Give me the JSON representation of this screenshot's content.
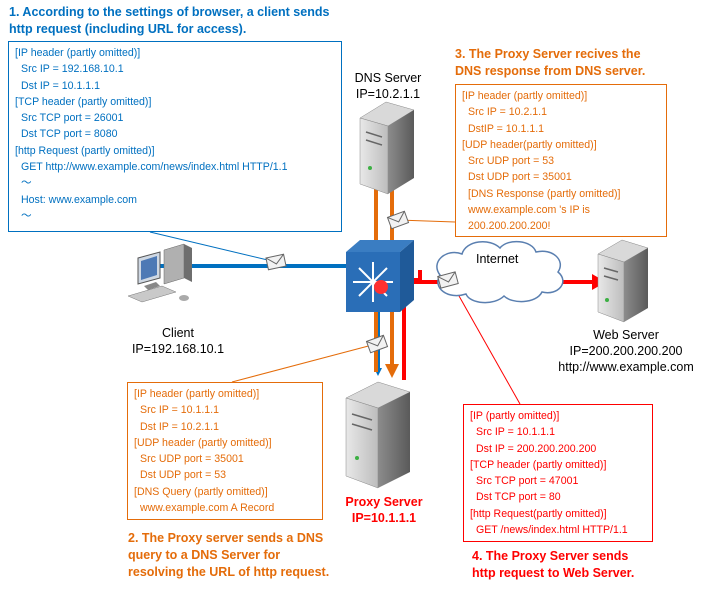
{
  "colors": {
    "blue": "#0070c0",
    "orange": "#e46c0a",
    "red": "#ff0000",
    "box_orange_text": "#e46c0a"
  },
  "steps": {
    "s1": {
      "line1": "1. According to the settings of browser, a client sends",
      "line2": "http request (including URL for access)."
    },
    "s2": {
      "line1": "2. The Proxy server sends a DNS",
      "line2": "query to a DNS Server for",
      "line3": "resolving the URL of http request."
    },
    "s3": {
      "line1": "3. The Proxy Server recives the",
      "line2": "DNS response from DNS server."
    },
    "s4": {
      "line1": "4. The Proxy Server sends",
      "line2": "http request to Web Server."
    }
  },
  "box1": {
    "l1": "[IP header (partly omitted)]",
    "l2": "Src IP = 192.168.10.1",
    "l3": "Dst IP = 10.1.1.1",
    "l4": "[TCP header (partly omitted)]",
    "l5": "Src TCP port = 26001",
    "l6": "Dst TCP port = 8080",
    "l7": "[http Request (partly omitted)]",
    "l8": "GET http://www.example.com/news/index.html   HTTP/1.1",
    "l9": "〜",
    "l10": "Host: www.example.com",
    "l11": "〜"
  },
  "box2": {
    "l1": "[IP header  (partly omitted)]",
    "l2": "Src IP = 10.1.1.1",
    "l3": "Dst IP = 10.2.1.1",
    "l4": "[UDP header (partly omitted)]",
    "l5": "Src UDP port = 35001",
    "l6": "Dst UDP port = 53",
    "l7": "[DNS Query (partly omitted)]",
    "l8": "www.example.com    A Record"
  },
  "box3": {
    "l1": "[IP header  (partly omitted)]",
    "l2": "Src IP = 10.2.1.1",
    "l3": "DstIP = 10.1.1.1",
    "l4": "[UDP header(partly omitted)]",
    "l5": "Src UDP port = 53",
    "l6": "Dst UDP port = 35001",
    "l7": "[DNS Response (partly omitted)]",
    "l8": "www.example.com  's IP  is",
    "l9": "200.200.200.200!"
  },
  "box4": {
    "l1": "[IP (partly omitted)]",
    "l2": "Src IP = 10.1.1.1",
    "l3": "Dst IP = 200.200.200.200",
    "l4": "[TCP header (partly omitted)]",
    "l5": "Src TCP port = 47001",
    "l6": "Dst TCP port = 80",
    "l7": "[http Request(partly omitted)]",
    "l8": "GET /news/index.html HTTP/1.1"
  },
  "nodes": {
    "dns": {
      "name": "DNS Server",
      "ip": "IP=10.2.1.1"
    },
    "client": {
      "name": "Client",
      "ip": "IP=192.168.10.1"
    },
    "proxy": {
      "name": "Proxy Server",
      "ip": "IP=10.1.1.1"
    },
    "web": {
      "name": "Web Server",
      "ip": "IP=200.200.200.200",
      "url": "http://www.example.com"
    },
    "internet": "Internet"
  },
  "icons": [
    "server-icon",
    "client-pc-icon",
    "switch-icon",
    "cloud-icon",
    "envelope-icon"
  ]
}
